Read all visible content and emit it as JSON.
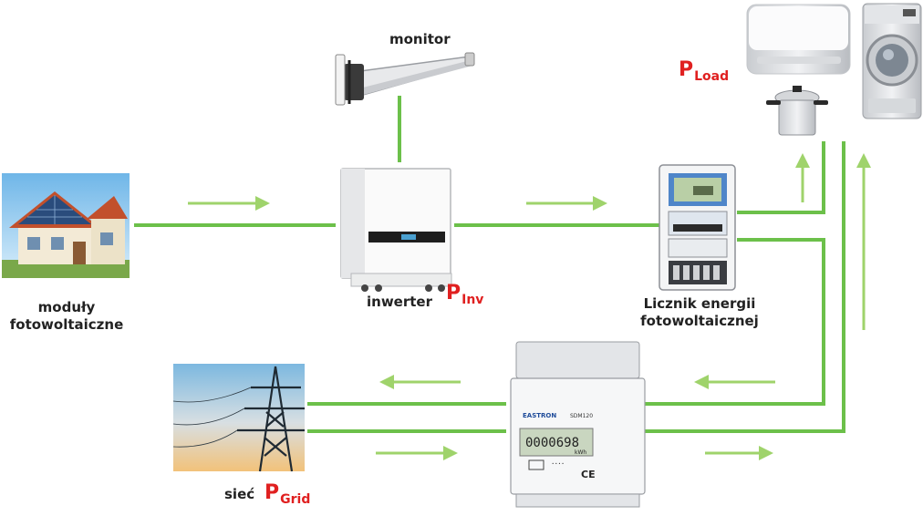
{
  "labels": {
    "monitor": "monitor",
    "pv_modules_line1": "moduły",
    "pv_modules_line2": "fotowoltaiczne",
    "inverter": "inwerter",
    "energy_meter_line1": "Licznik energii",
    "energy_meter_line2": "fotowoltaicznej",
    "grid": "sieć"
  },
  "power_symbols": {
    "inverter": {
      "main": "P",
      "sub": "Inv"
    },
    "load": {
      "main": "P",
      "sub": "Load"
    },
    "grid": {
      "main": "P",
      "sub": "Grid"
    }
  },
  "meter_display": {
    "brand": "EASTRON",
    "model": "SDM120",
    "reading": "0000698",
    "unit": "kWh",
    "ce_mark": "CE"
  },
  "icons": [
    "house-with-solar-panels",
    "wifi-monitor-stick",
    "inverter",
    "pv-energy-meter",
    "air-conditioner",
    "pressure-cooker",
    "washing-machine",
    "power-pylon",
    "din-rail-meter"
  ],
  "colors": {
    "line": "#6cc04a",
    "arrow": "#9fd36b",
    "label": "#222222",
    "power_symbol": "#e02020"
  }
}
